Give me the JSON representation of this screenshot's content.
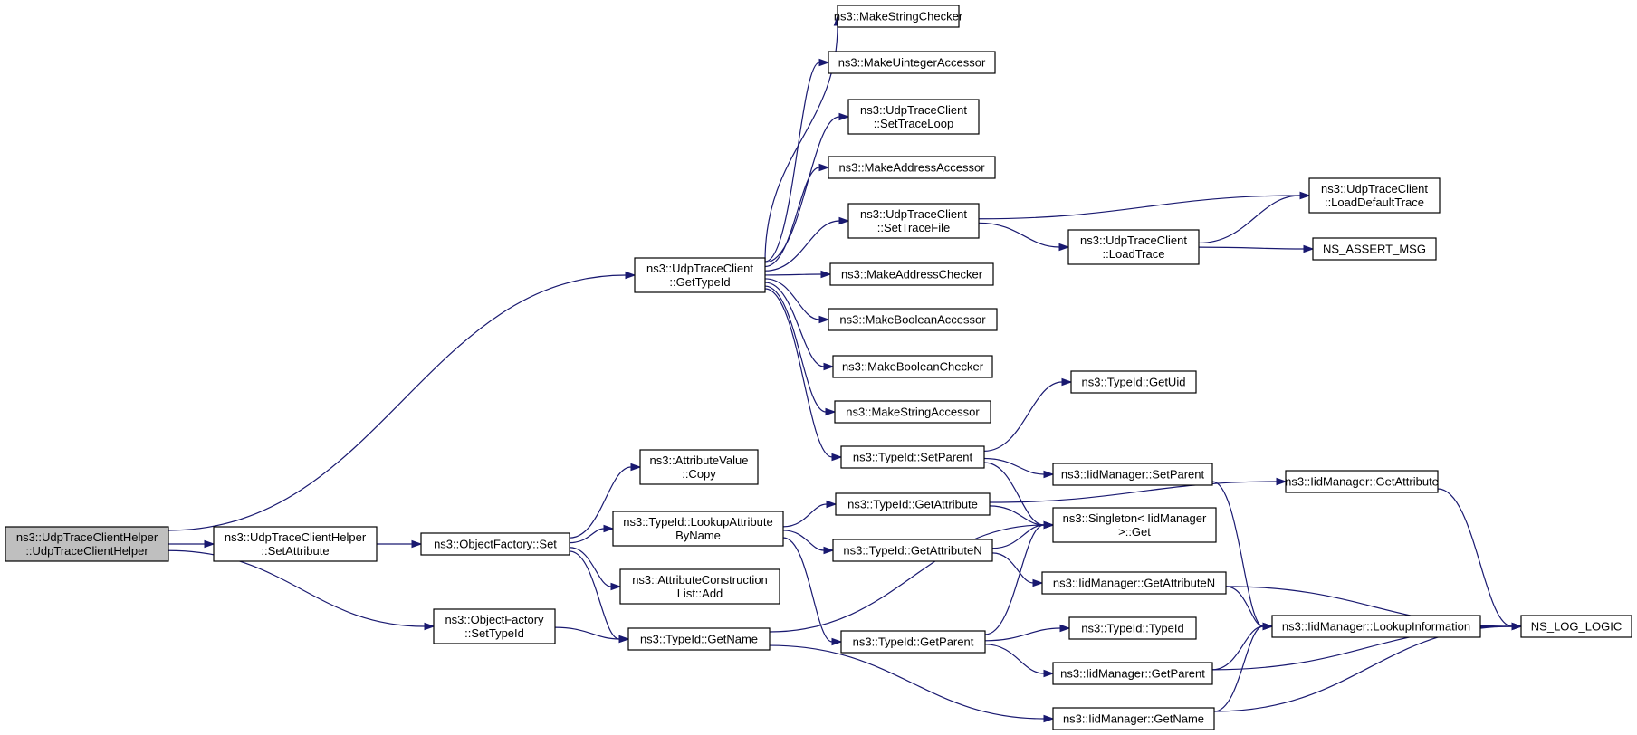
{
  "colors": {
    "edge": "#191970",
    "root_fill": "#bfbfbf",
    "node_fill": "#ffffff",
    "node_border": "#000000"
  },
  "nodes": [
    {
      "id": "root",
      "lines": [
        "ns3::UdpTraceClientHelper",
        "::UdpTraceClientHelper"
      ],
      "highlight": true
    },
    {
      "id": "helper_setattr",
      "lines": [
        "ns3::UdpTraceClientHelper",
        "::SetAttribute"
      ]
    },
    {
      "id": "of_set",
      "lines": [
        "ns3::ObjectFactory::Set"
      ]
    },
    {
      "id": "of_settypeid",
      "lines": [
        "ns3::ObjectFactory",
        "::SetTypeId"
      ]
    },
    {
      "id": "utc_gettypeid",
      "lines": [
        "ns3::UdpTraceClient",
        "::GetTypeId"
      ]
    },
    {
      "id": "make_string_checker",
      "lines": [
        "ns3::MakeStringChecker"
      ]
    },
    {
      "id": "make_uinteger_accessor",
      "lines": [
        "ns3::MakeUintegerAccessor"
      ]
    },
    {
      "id": "utc_settraceloop",
      "lines": [
        "ns3::UdpTraceClient",
        "::SetTraceLoop"
      ]
    },
    {
      "id": "make_address_accessor",
      "lines": [
        "ns3::MakeAddressAccessor"
      ]
    },
    {
      "id": "utc_settracefile",
      "lines": [
        "ns3::UdpTraceClient",
        "::SetTraceFile"
      ]
    },
    {
      "id": "make_address_checker",
      "lines": [
        "ns3::MakeAddressChecker"
      ]
    },
    {
      "id": "make_boolean_accessor",
      "lines": [
        "ns3::MakeBooleanAccessor"
      ]
    },
    {
      "id": "make_boolean_checker",
      "lines": [
        "ns3::MakeBooleanChecker"
      ]
    },
    {
      "id": "make_string_accessor",
      "lines": [
        "ns3::MakeStringAccessor"
      ]
    },
    {
      "id": "typeid_setparent",
      "lines": [
        "ns3::TypeId::SetParent"
      ]
    },
    {
      "id": "utc_loaddefaulttrace",
      "lines": [
        "ns3::UdpTraceClient",
        "::LoadDefaultTrace"
      ]
    },
    {
      "id": "utc_loadtrace",
      "lines": [
        "ns3::UdpTraceClient",
        "::LoadTrace"
      ]
    },
    {
      "id": "ns_assert_msg",
      "lines": [
        "NS_ASSERT_MSG"
      ]
    },
    {
      "id": "typeid_getuid",
      "lines": [
        "ns3::TypeId::GetUid"
      ]
    },
    {
      "id": "av_copy",
      "lines": [
        "ns3::AttributeValue",
        "::Copy"
      ]
    },
    {
      "id": "typeid_lookupattr",
      "lines": [
        "ns3::TypeId::LookupAttribute",
        "ByName"
      ]
    },
    {
      "id": "acl_add",
      "lines": [
        "ns3::AttributeConstruction",
        "List::Add"
      ]
    },
    {
      "id": "typeid_getname",
      "lines": [
        "ns3::TypeId::GetName"
      ]
    },
    {
      "id": "typeid_getattribute",
      "lines": [
        "ns3::TypeId::GetAttribute"
      ]
    },
    {
      "id": "typeid_getattributen",
      "lines": [
        "ns3::TypeId::GetAttributeN"
      ]
    },
    {
      "id": "typeid_getparent",
      "lines": [
        "ns3::TypeId::GetParent"
      ]
    },
    {
      "id": "iid_setparent",
      "lines": [
        "ns3::IidManager::SetParent"
      ]
    },
    {
      "id": "singleton_get",
      "lines": [
        "ns3::Singleton< IidManager",
        " >::Get"
      ]
    },
    {
      "id": "iid_getattributen",
      "lines": [
        "ns3::IidManager::GetAttributeN"
      ]
    },
    {
      "id": "typeid_typeid",
      "lines": [
        "ns3::TypeId::TypeId"
      ]
    },
    {
      "id": "iid_getparent",
      "lines": [
        "ns3::IidManager::GetParent"
      ]
    },
    {
      "id": "iid_getname",
      "lines": [
        "ns3::IidManager::GetName"
      ]
    },
    {
      "id": "iid_getattribute",
      "lines": [
        "ns3::IidManager::GetAttribute"
      ]
    },
    {
      "id": "iid_lookupinfo",
      "lines": [
        "ns3::IidManager::LookupInformation"
      ]
    },
    {
      "id": "ns_log_logic",
      "lines": [
        "NS_LOG_LOGIC"
      ]
    }
  ],
  "edges": [
    [
      "root",
      "helper_setattr"
    ],
    [
      "root",
      "utc_gettypeid"
    ],
    [
      "root",
      "of_settypeid"
    ],
    [
      "helper_setattr",
      "of_set"
    ],
    [
      "of_set",
      "av_copy"
    ],
    [
      "of_set",
      "typeid_lookupattr"
    ],
    [
      "of_set",
      "acl_add"
    ],
    [
      "of_set",
      "typeid_getname"
    ],
    [
      "of_settypeid",
      "typeid_getname"
    ],
    [
      "utc_gettypeid",
      "make_string_checker"
    ],
    [
      "utc_gettypeid",
      "make_uinteger_accessor"
    ],
    [
      "utc_gettypeid",
      "utc_settraceloop"
    ],
    [
      "utc_gettypeid",
      "make_address_accessor"
    ],
    [
      "utc_gettypeid",
      "utc_settracefile"
    ],
    [
      "utc_gettypeid",
      "make_address_checker"
    ],
    [
      "utc_gettypeid",
      "make_boolean_accessor"
    ],
    [
      "utc_gettypeid",
      "make_boolean_checker"
    ],
    [
      "utc_gettypeid",
      "make_string_accessor"
    ],
    [
      "utc_gettypeid",
      "typeid_setparent"
    ],
    [
      "utc_settracefile",
      "utc_loaddefaulttrace"
    ],
    [
      "utc_settracefile",
      "utc_loadtrace"
    ],
    [
      "utc_loadtrace",
      "utc_loaddefaulttrace"
    ],
    [
      "utc_loadtrace",
      "ns_assert_msg"
    ],
    [
      "typeid_setparent",
      "typeid_getuid"
    ],
    [
      "typeid_setparent",
      "iid_setparent"
    ],
    [
      "typeid_setparent",
      "singleton_get"
    ],
    [
      "typeid_lookupattr",
      "typeid_getattribute"
    ],
    [
      "typeid_lookupattr",
      "typeid_getattributen"
    ],
    [
      "typeid_lookupattr",
      "typeid_getparent"
    ],
    [
      "typeid_getname",
      "singleton_get"
    ],
    [
      "typeid_getname",
      "iid_getname"
    ],
    [
      "typeid_getattribute",
      "singleton_get"
    ],
    [
      "typeid_getattribute",
      "iid_getattribute"
    ],
    [
      "typeid_getattributen",
      "singleton_get"
    ],
    [
      "typeid_getattributen",
      "iid_getattributen"
    ],
    [
      "typeid_getparent",
      "singleton_get"
    ],
    [
      "typeid_getparent",
      "typeid_typeid"
    ],
    [
      "typeid_getparent",
      "iid_getparent"
    ],
    [
      "iid_setparent",
      "iid_lookupinfo"
    ],
    [
      "iid_getattribute",
      "ns_log_logic"
    ],
    [
      "iid_getattributen",
      "iid_lookupinfo"
    ],
    [
      "iid_getattributen",
      "ns_log_logic"
    ],
    [
      "iid_getparent",
      "iid_lookupinfo"
    ],
    [
      "iid_getparent",
      "ns_log_logic"
    ],
    [
      "iid_getname",
      "iid_lookupinfo"
    ],
    [
      "iid_getname",
      "ns_log_logic"
    ],
    [
      "iid_lookupinfo",
      "ns_log_logic"
    ]
  ]
}
